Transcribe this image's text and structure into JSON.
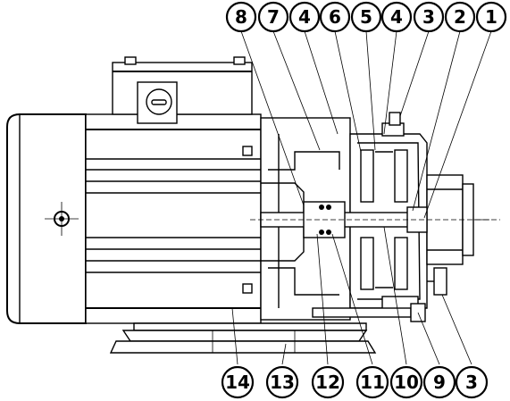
{
  "callouts_top": [
    {
      "id": "c8",
      "label": "8"
    },
    {
      "id": "c7",
      "label": "7"
    },
    {
      "id": "c4a",
      "label": "4"
    },
    {
      "id": "c6",
      "label": "6"
    },
    {
      "id": "c5",
      "label": "5"
    },
    {
      "id": "c4b",
      "label": "4"
    },
    {
      "id": "c3a",
      "label": "3"
    },
    {
      "id": "c2",
      "label": "2"
    },
    {
      "id": "c1",
      "label": "1"
    }
  ],
  "callouts_bottom": [
    {
      "id": "c14",
      "label": "14"
    },
    {
      "id": "c13",
      "label": "13"
    },
    {
      "id": "c12",
      "label": "12"
    },
    {
      "id": "c11",
      "label": "11"
    },
    {
      "id": "c10",
      "label": "10"
    },
    {
      "id": "c9",
      "label": "9"
    },
    {
      "id": "c3b",
      "label": "3"
    }
  ]
}
